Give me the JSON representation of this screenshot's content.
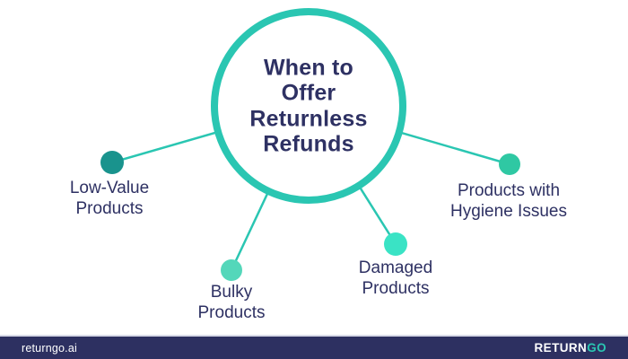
{
  "title": "When to\nOffer\nReturnless\nRefunds",
  "colors": {
    "ring": "#2ac6b2",
    "line": "#2ac6b2",
    "circle_fill": "#ffffff",
    "text_navy": "#2e3163",
    "footer_bg": "#2d3061"
  },
  "nodes": [
    {
      "label": "Low-Value\nProducts",
      "dot_color": "#19938d"
    },
    {
      "label": "Bulky\nProducts",
      "dot_color": "#54d7ba"
    },
    {
      "label": "Damaged\nProducts",
      "dot_color": "#3ae3c5"
    },
    {
      "label": "Products with\nHygiene Issues",
      "dot_color": "#2fc8a3"
    }
  ],
  "footer": {
    "site": "returngo.ai",
    "brand_primary": "RETURN",
    "brand_secondary": "GO"
  }
}
